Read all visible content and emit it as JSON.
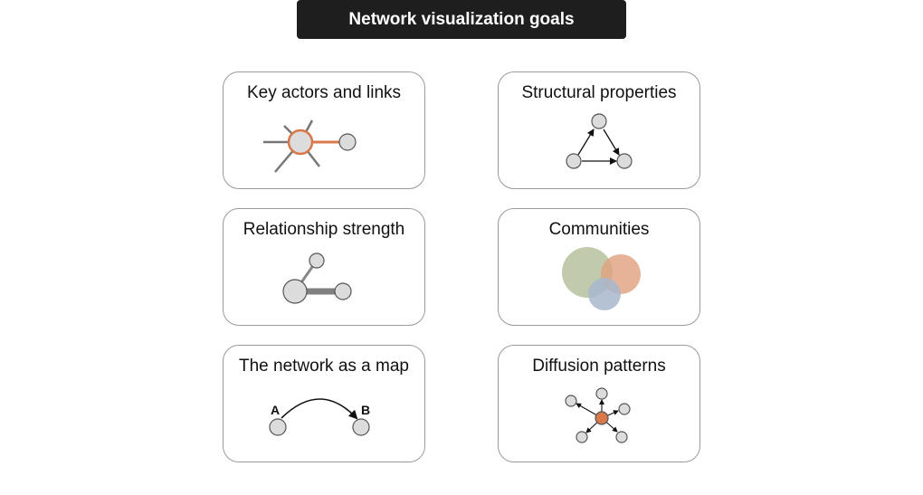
{
  "title": "Network visualization goals",
  "cards": [
    {
      "title": "Key actors and links",
      "icon": "hub-node-icon"
    },
    {
      "title": "Structural properties",
      "icon": "directed-triangle-icon"
    },
    {
      "title": "Relationship strength",
      "icon": "weighted-edges-icon"
    },
    {
      "title": "Communities",
      "icon": "overlapping-circles-icon"
    },
    {
      "title": "The network as a map",
      "icon": "path-a-to-b-icon",
      "labels": {
        "a": "A",
        "b": "B"
      }
    },
    {
      "title": "Diffusion patterns",
      "icon": "spreading-node-icon"
    }
  ],
  "colors": {
    "header_bg": "#1e1e1e",
    "accent_orange": "#d9784a",
    "node_fill": "#dcdcdc",
    "community_green": "#b6c19c",
    "community_orange": "#e0a07e",
    "community_blue": "#a7b7cd"
  }
}
